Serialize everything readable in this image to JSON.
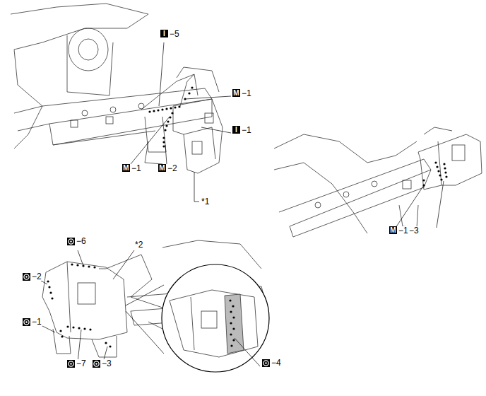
{
  "diagram": {
    "labels": [
      "I",
      "−5",
      "M",
      "−1",
      "I",
      "−1",
      "M",
      "−1",
      "M",
      "−2",
      "*1",
      "M",
      "−1",
      "−3",
      "−6",
      "*2",
      "−2",
      "−1",
      "−7",
      "−3",
      "−4"
    ]
  }
}
